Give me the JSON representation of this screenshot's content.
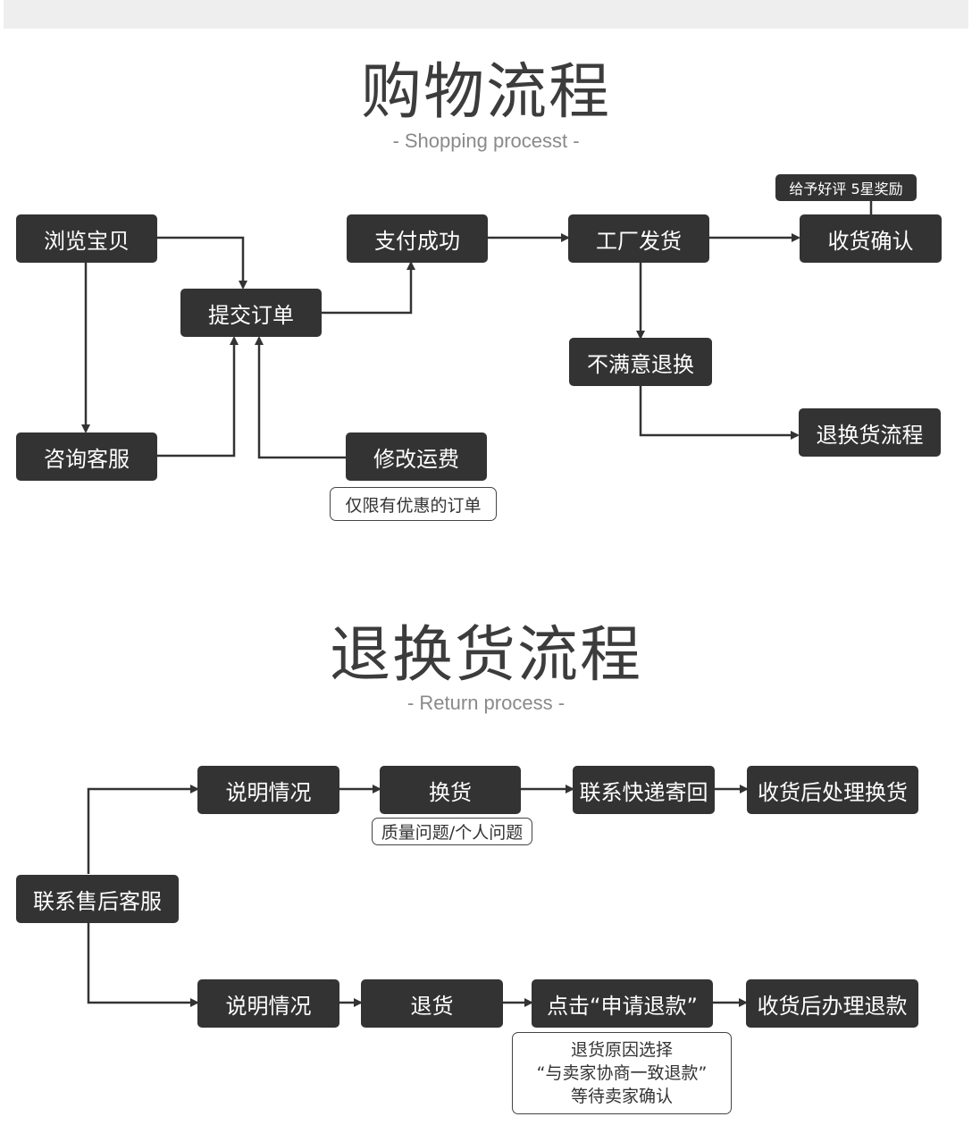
{
  "shopping": {
    "title": "购物流程",
    "subtitle": "- Shopping processt -",
    "steps": {
      "browse": "浏览宝贝",
      "submit_order": "提交订单",
      "pay_success": "支付成功",
      "factory_ship": "工厂发货",
      "confirm_receipt": "收货确认",
      "consult_service": "咨询客服",
      "modify_shipping": "修改运费",
      "unsatisfied_return": "不满意退换",
      "return_flow": "退换货流程"
    },
    "notes": {
      "good_review": "给予好评 5星奖励",
      "discount_only": "仅限有优惠的订单"
    }
  },
  "returns": {
    "title": "退换货流程",
    "subtitle": "- Return process -",
    "steps": {
      "contact_aftersales": "联系售后客服",
      "explain_top": "说明情况",
      "exchange": "换货",
      "contact_courier": "联系快递寄回",
      "process_exchange": "收货后处理换货",
      "explain_bottom": "说明情况",
      "return_goods": "退货",
      "click_apply_refund": "点击“申请退款”",
      "process_refund": "收货后办理退款"
    },
    "notes": {
      "exchange_reason": "质量问题/个人问题",
      "refund_line1": "退货原因选择",
      "refund_line2": "“与卖家协商一致退款”",
      "refund_line3": "等待卖家确认"
    }
  },
  "colors": {
    "box": "#333333",
    "line": "#333333",
    "title": "#3c3c3c",
    "subtitle": "#8a8a8a"
  }
}
